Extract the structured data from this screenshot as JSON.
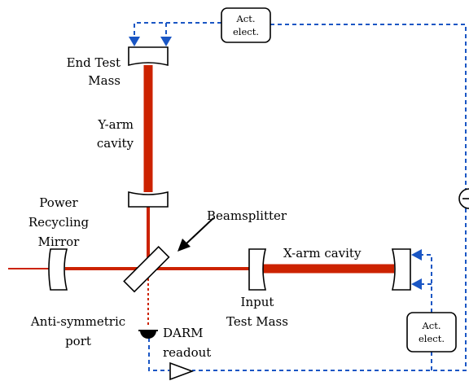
{
  "labels": {
    "end_test_mass_1": "End Test",
    "end_test_mass_2": "Mass",
    "y_arm_1": "Y-arm",
    "y_arm_2": "cavity",
    "power_recycling_1": "Power",
    "power_recycling_2": "Recycling",
    "power_recycling_3": "Mirror",
    "beamsplitter": "Beamsplitter",
    "x_arm": "X-arm cavity",
    "input_test_mass_1": "Input",
    "input_test_mass_2": "Test Mass",
    "anti_symmetric_1": "Anti-symmetric",
    "anti_symmetric_2": "port",
    "darm_1": "DARM",
    "darm_2": "readout",
    "act_elect_top_1": "Act.",
    "act_elect_top_2": "elect.",
    "act_elect_right_1": "Act.",
    "act_elect_right_2": "elect."
  },
  "colors": {
    "beam": "#cc2200",
    "control": "#1a56c4",
    "outline": "#000000"
  }
}
